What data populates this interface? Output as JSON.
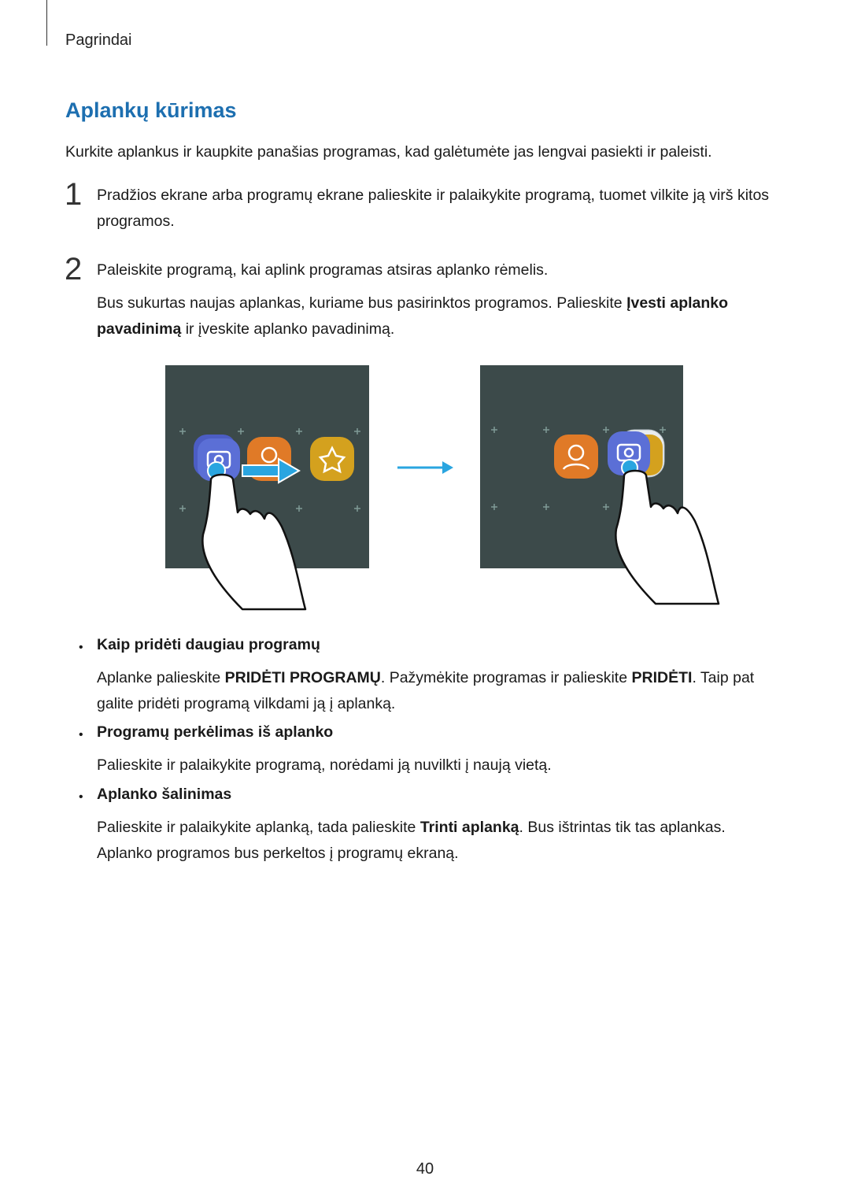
{
  "header": {
    "section": "Pagrindai"
  },
  "title": "Aplankų kūrimas",
  "intro": "Kurkite aplankus ir kaupkite panašias programas, kad galėtumėte jas lengvai pasiekti ir paleisti.",
  "steps": [
    {
      "number": "1",
      "text": "Pradžios ekrane arba programų ekrane palieskite ir palaikykite programą, tuomet vilkite ją virš kitos programos."
    },
    {
      "number": "2",
      "text": "Paleiskite programą, kai aplink programas atsiras aplanko rėmelis.",
      "detail_pre": "Bus sukurtas naujas aplankas, kuriame bus pasirinktos programos. Palieskite ",
      "detail_bold": "Įvesti aplanko pavadinimą",
      "detail_post": " ir įveskite aplanko pavadinimą."
    }
  ],
  "bullets": [
    {
      "heading": "Kaip pridėti daugiau programų",
      "parts": [
        "Aplanke palieskite ",
        "PRIDĖTI PROGRAMŲ",
        ". Pažymėkite programas ir palieskite ",
        "PRIDĖTI",
        ". Taip pat galite pridėti programą vilkdami ją į aplanką."
      ]
    },
    {
      "heading": "Programų perkėlimas iš aplanko",
      "text": "Palieskite ir palaikykite programą, norėdami ją nuvilkti į naują vietą."
    },
    {
      "heading": "Aplanko šalinimas",
      "parts": [
        "Palieskite ir palaikykite aplanką, tada palieskite ",
        "Trinti aplanką",
        ". Bus ištrintas tik tas aplankas. Aplanko programos bus perkeltos į programų ekraną."
      ]
    }
  ],
  "bullet_char": "•",
  "page_number": "40",
  "colors": {
    "title": "#1d6fb0",
    "screen": "#3c4a4a",
    "camera_app": "#5b6fd6",
    "contacts_app": "#e07a27",
    "gallery_app": "#d4a11e",
    "arrow": "#2aa5e0"
  },
  "illustration": {
    "icons": [
      "camera-app-icon",
      "contacts-app-icon",
      "gallery-app-icon",
      "drag-arrow-icon",
      "transition-arrow-icon",
      "hand-pointer-icon"
    ]
  }
}
